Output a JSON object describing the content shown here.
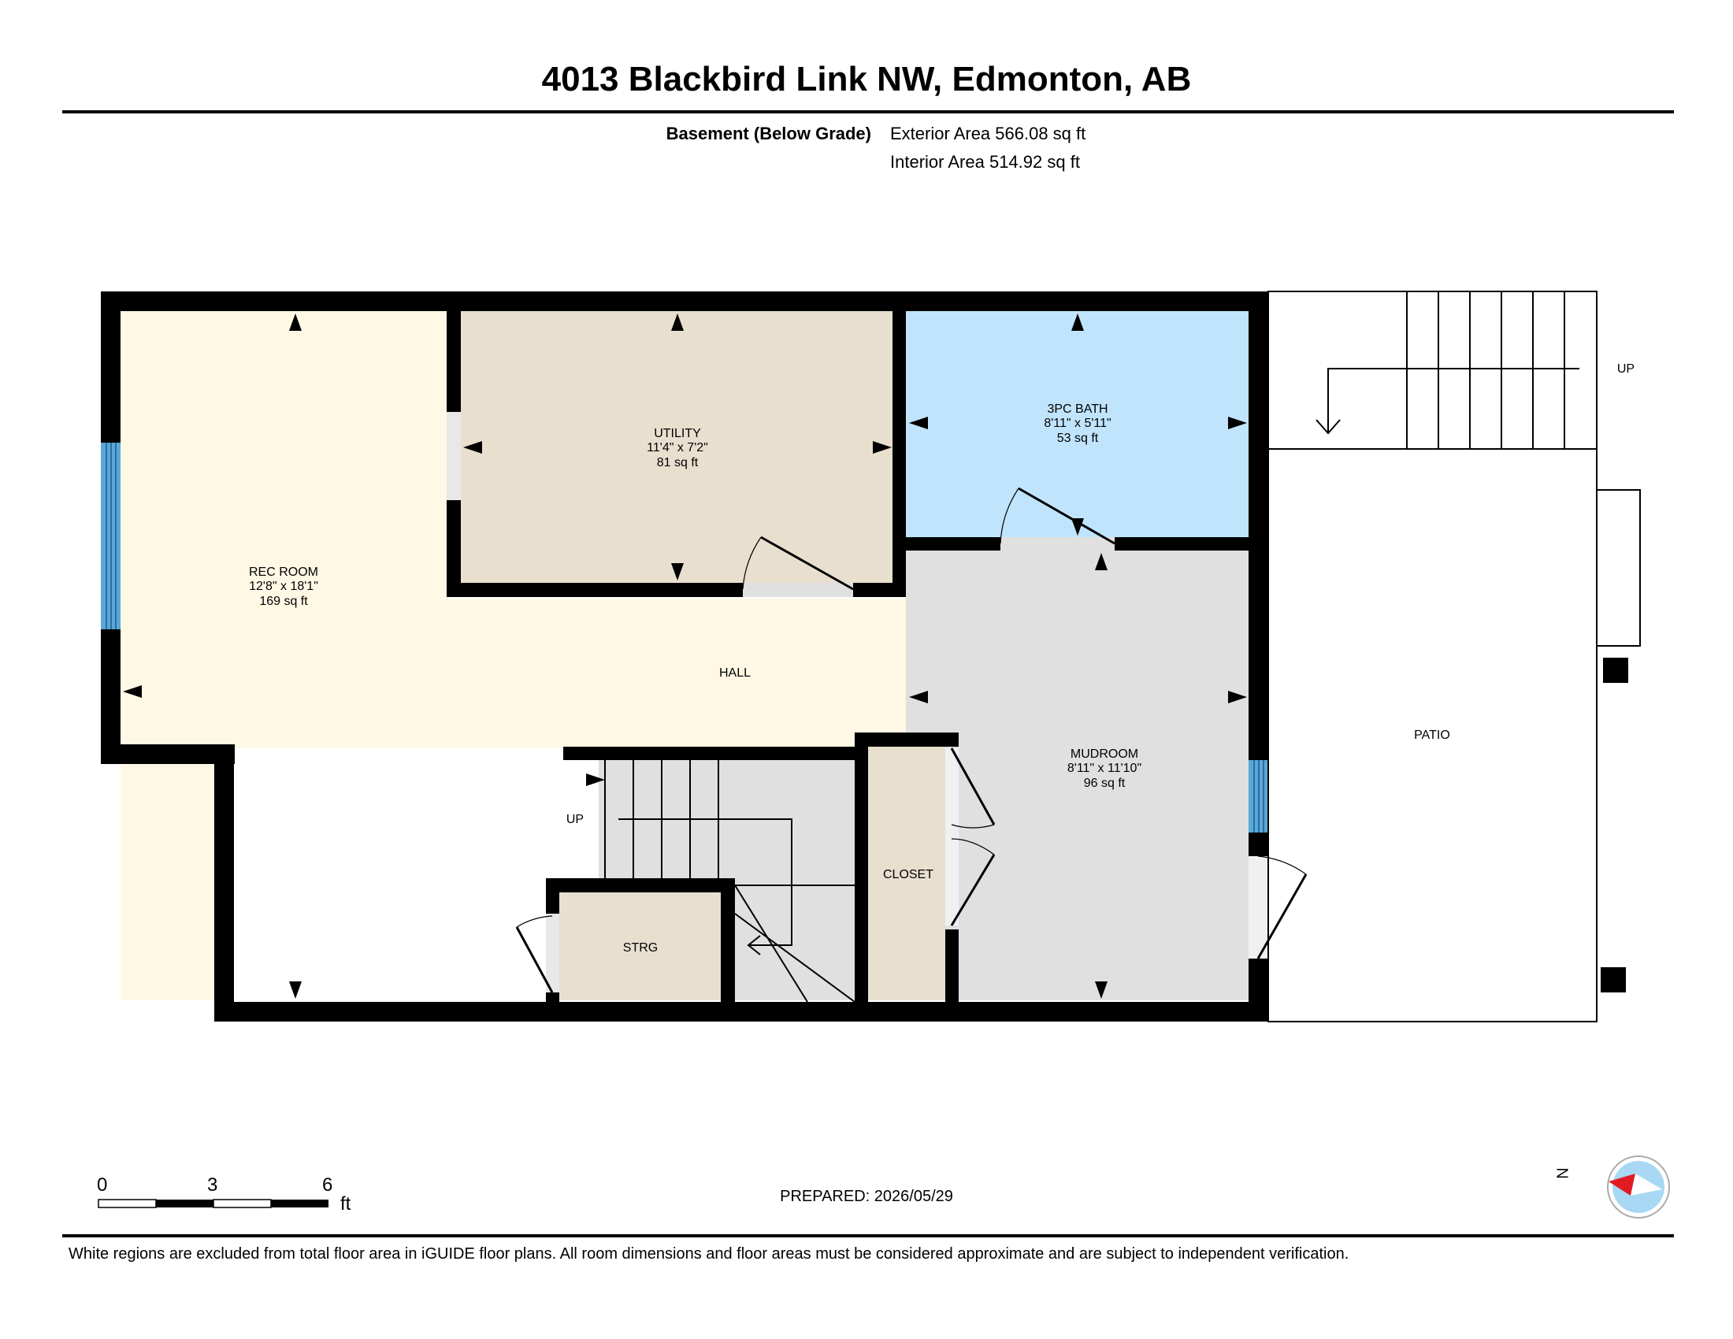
{
  "header": {
    "address": "4013 Blackbird Link NW, Edmonton, AB"
  },
  "floor": {
    "level_name": "Basement (Below Grade)",
    "exterior_area": "Exterior Area 566.08 sq ft",
    "interior_area": "Interior Area 514.92 sq ft"
  },
  "rooms": {
    "rec_room": {
      "name": "REC ROOM",
      "dims": "12'8\" x 18'1\"",
      "area": "169 sq ft"
    },
    "utility": {
      "name": "UTILITY",
      "dims": "11'4\" x 7'2\"",
      "area": "81 sq ft"
    },
    "bath": {
      "name": "3PC BATH",
      "dims": "8'11\" x 5'11\"",
      "area": "53 sq ft"
    },
    "hall": {
      "name": "HALL"
    },
    "mudroom": {
      "name": "MUDROOM",
      "dims": "8'11\" x 11'10\"",
      "area": "96 sq ft"
    },
    "closet": {
      "name": "CLOSET"
    },
    "storage": {
      "name": "STRG"
    },
    "patio": {
      "name": "PATIO"
    },
    "stairs_interior": {
      "label": "UP"
    },
    "stairs_exterior": {
      "label": "UP"
    }
  },
  "colors": {
    "rec_room": "#fff8e5",
    "utility": "#e8dfcf",
    "bath": "#c0e4fc",
    "mudroom": "#e0e0e0",
    "closet": "#e8dfcf",
    "storage": "#e8dfcf",
    "window": "#5aa8d8",
    "compass_arrow": "#e21b23",
    "compass_disc": "#a8d8f4"
  },
  "scale_bar": {
    "ticks": [
      "0",
      "3",
      "6"
    ],
    "unit": "ft"
  },
  "prepared": "PREPARED: 2026/05/29",
  "compass": {
    "label": "N"
  },
  "footer": {
    "disclaimer": "White regions are excluded from total floor area in iGUIDE floor plans. All room dimensions and floor areas must be considered approximate and are subject to independent verification."
  }
}
